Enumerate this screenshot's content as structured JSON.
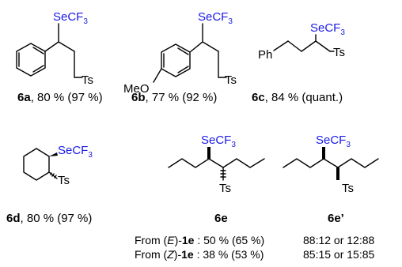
{
  "groups": {
    "se_label": "SeCF",
    "se_sub": "3",
    "ts": "Ts",
    "ph": "Ph",
    "meo": "MeO"
  },
  "compounds": [
    {
      "id": "6a",
      "yield": ", 80 % (97 %)"
    },
    {
      "id": "6b",
      "yield": ", 77 % (92 %)"
    },
    {
      "id": "6c",
      "yield": ", 84 % (quant.)"
    },
    {
      "id": "6d",
      "yield": ", 80 % (97 %)"
    },
    {
      "id": "6e",
      "yield": ""
    },
    {
      "id": "6e’",
      "yield": ""
    }
  ],
  "results": [
    {
      "prefix": "From (",
      "isomer": "E",
      "mid": ")-",
      "substrate": "1e",
      "yield": " : 50 % (65 %)",
      "ratio": "88:12 or 12:88"
    },
    {
      "prefix": "From (",
      "isomer": "Z",
      "mid": ")-",
      "substrate": "1e",
      "yield": " : 38 % (53 %)",
      "ratio": "85:15 or 15:85"
    }
  ]
}
